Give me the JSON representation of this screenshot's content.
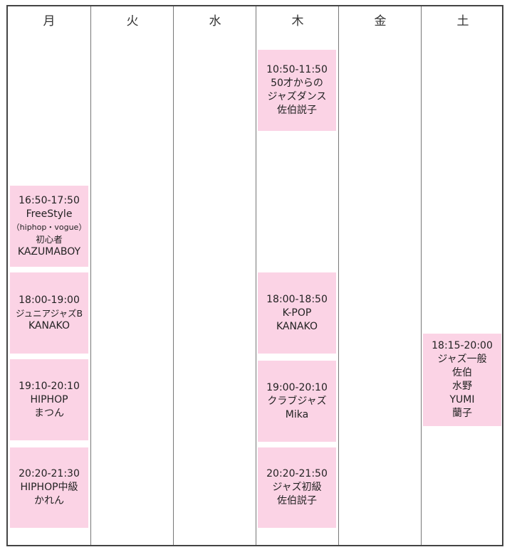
{
  "days": [
    "月",
    "火",
    "水",
    "木",
    "金",
    "土"
  ],
  "classes": {
    "thu_1050": [
      "10:50-11:50",
      "50才からの",
      "ジャズダンス",
      "佐伯説子"
    ],
    "mon_1650": [
      "16:50-17:50",
      "FreeStyle",
      "（hiphop・vogue）",
      "初心者",
      "KAZUMABOY"
    ],
    "mon_1800": [
      "18:00-19:00",
      "ジュニアジャズB",
      "KANAKO"
    ],
    "mon_1910": [
      "19:10-20:10",
      "HIPHOP",
      "まつん"
    ],
    "mon_2020": [
      "20:20-21:30",
      "HIPHOP中級",
      "かれん"
    ],
    "thu_1800": [
      "18:00-18:50",
      "K-POP",
      "KANAKO"
    ],
    "thu_1900": [
      "19:00-20:10",
      "クラブジャズ",
      "Mika"
    ],
    "thu_2020": [
      "20:20-21:50",
      "ジャズ初級",
      "佐伯説子"
    ],
    "sat_1815": [
      "18:15-20:00",
      "ジャズ一般",
      "佐伯",
      "水野",
      "YUMI",
      "蘭子"
    ]
  }
}
